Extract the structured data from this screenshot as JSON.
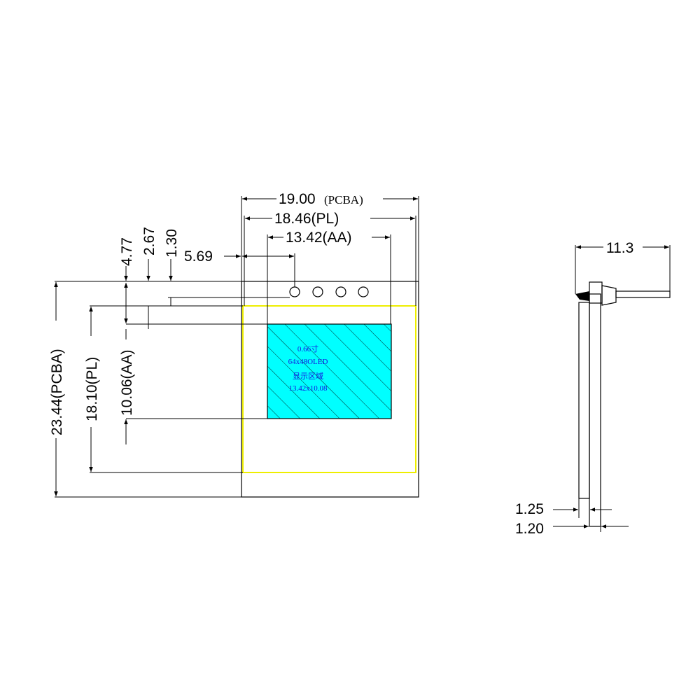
{
  "front_view": {
    "pcba_width_value": "19.00",
    "pcba_width_tag": "(PCBA)",
    "pl_width": "18.46(PL)",
    "aa_width": "13.42(AA)",
    "aa_offset": "5.69",
    "top_offsets": [
      "4.77",
      "2.67",
      "1.30"
    ],
    "pcba_height": "23.44(PCBA)",
    "pl_height": "18.10(PL)",
    "aa_height": "10.06(AA)",
    "display_label": [
      "0.66寸",
      "64x48OLED",
      "显示区域",
      "13.42x10.08"
    ]
  },
  "side_view": {
    "total_width": "11.3",
    "dim_a": "1.25",
    "dim_b": "1.20"
  },
  "colors": {
    "active_area": "#00ffff",
    "panel_outline": "#eeee00",
    "label_text": "#1515e0"
  }
}
